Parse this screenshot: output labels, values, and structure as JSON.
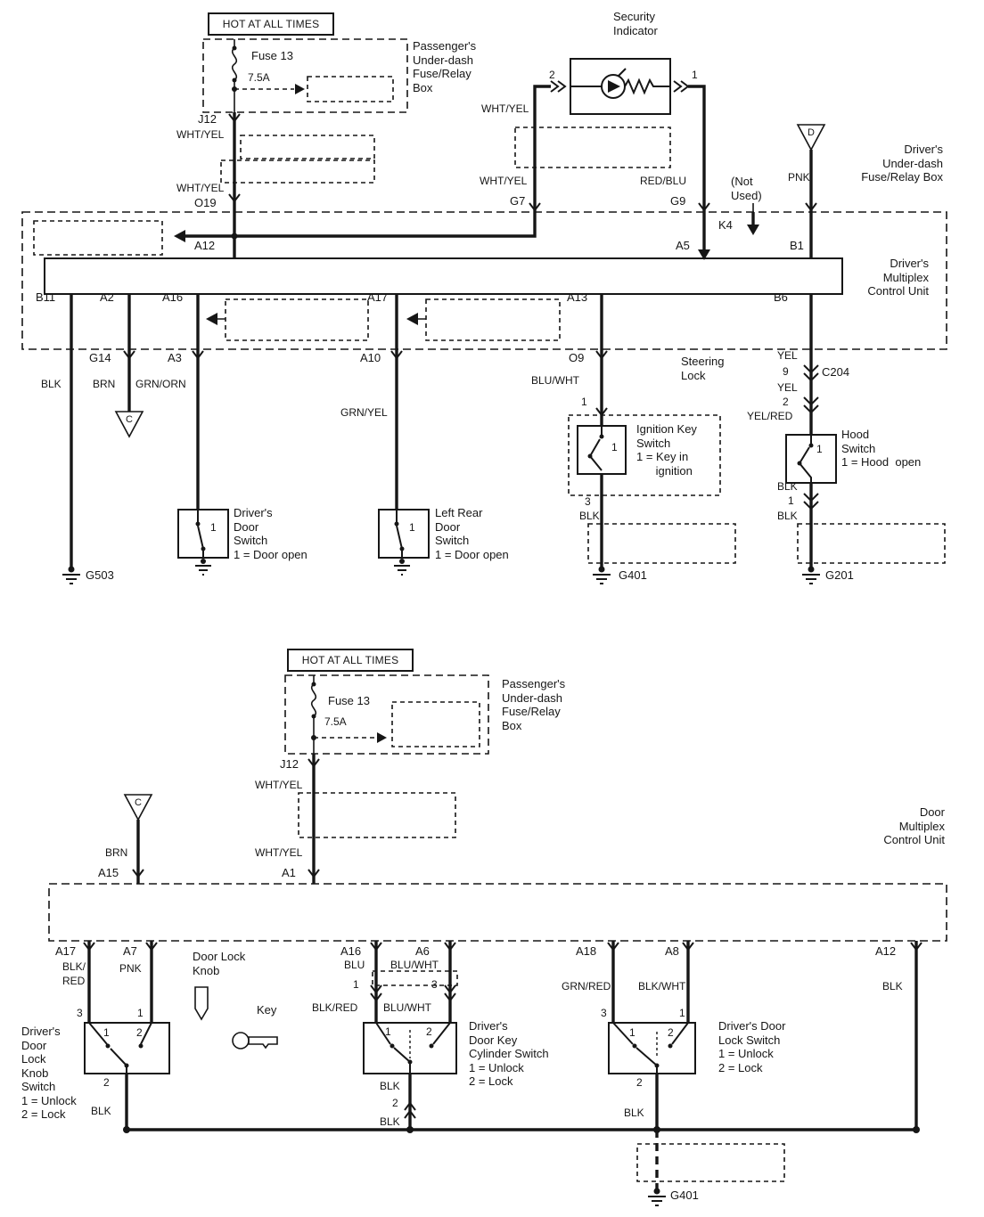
{
  "shared": {
    "hot_at_all_times": "HOT AT ALL TIMES",
    "fuse_name": "Fuse 13",
    "fuse_rating": "7.5A",
    "passenger_box": "Passenger's\nUnder-dash\nFuse/Relay\nBox"
  },
  "colors": {
    "wht_yel": "WHT/YEL",
    "red_blu": "RED/BLU",
    "pnk": "PNK",
    "blk": "BLK",
    "brn": "BRN",
    "grn_orn": "GRN/ORN",
    "grn_yel": "GRN/YEL",
    "blu_wht": "BLU/WHT",
    "yel": "YEL",
    "yel_red": "YEL/RED",
    "blk_red": "BLK/RED",
    "blk_red_2line": "BLK/\nRED",
    "blu": "BLU",
    "grn_red": "GRN/RED",
    "blk_wht": "BLK/WHT"
  },
  "nums": {
    "one": "1",
    "two": "2",
    "three": "3",
    "nine": "9"
  },
  "top": {
    "security_indicator": "Security\nIndicator",
    "driver_fuse_box": "Driver's\nUnder-dash\nFuse/Relay Box",
    "multiplex_unit": "Driver's\nMultiplex\nControl Unit",
    "not_used": "(Not\nUsed)",
    "steering_lock": "Steering\nLock",
    "ignition_switch_note": "Ignition Key\nSwitch\n1 = Key in\n      ignition",
    "hood_switch_note": "Hood\nSwitch\n1 = Hood  open",
    "driver_door_switch_note": "Driver's\nDoor\nSwitch\n1 = Door open",
    "left_rear_door_switch_note": "Left Rear\nDoor\nSwitch\n1 = Door open",
    "terminals": {
      "j12": "J12",
      "o19": "O19",
      "g7": "G7",
      "g9": "G9",
      "k4": "K4",
      "b1": "B1",
      "a12": "A12",
      "a5": "A5",
      "b11": "B11",
      "a2": "A2",
      "a16": "A16",
      "a17": "A17",
      "a13": "A13",
      "b6": "B6",
      "g14": "G14",
      "a3": "A3",
      "a10": "A10",
      "o9": "O9",
      "c204": "C204"
    },
    "grounds": {
      "g503": "G503",
      "g401": "G401",
      "g201": "G201"
    },
    "triangle_c": "C",
    "triangle_d": "D"
  },
  "bottom": {
    "door_multiplex_unit": "Door\nMultiplex\nControl Unit",
    "door_lock_knob": "Door Lock\nKnob",
    "key_label": "Key",
    "knob_switch_note": "Driver's\nDoor\nLock\nKnob\nSwitch\n1 = Unlock\n2 = Lock",
    "key_cylinder_note": "Driver's\nDoor Key\nCylinder Switch\n1 = Unlock\n2 = Lock",
    "door_lock_switch_note": "Driver's Door\nLock Switch\n1 = Unlock\n2 = Lock",
    "terminals": {
      "j12": "J12",
      "a1": "A1",
      "a15": "A15",
      "a17": "A17",
      "a7": "A7",
      "a16": "A16",
      "a6": "A6",
      "a18": "A18",
      "a8": "A8",
      "a12": "A12"
    },
    "grounds": {
      "g401": "G401"
    },
    "triangle_c": "C"
  }
}
